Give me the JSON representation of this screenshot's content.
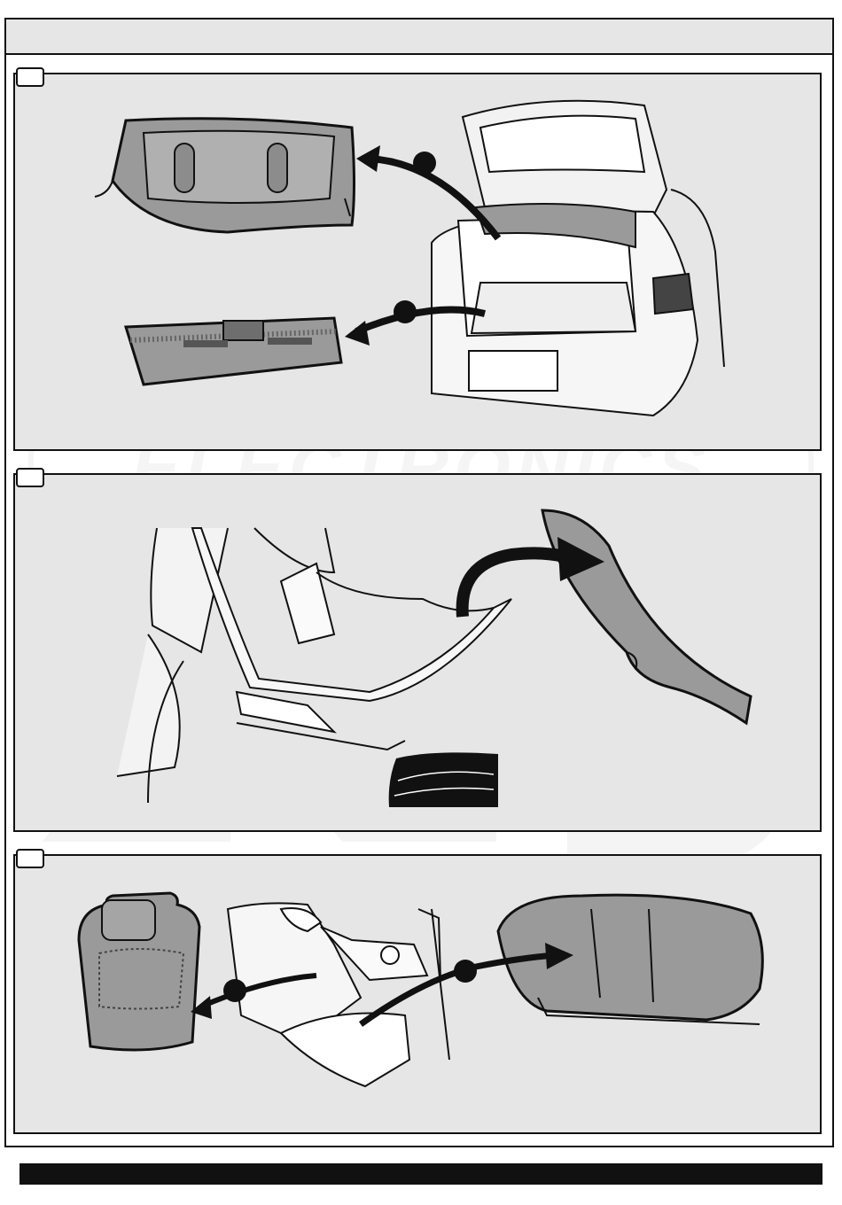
{
  "watermark": {
    "brand_letters": "ECS",
    "word": "ELECTRONICS"
  },
  "colors": {
    "panel_bg": "#e6e6e6",
    "line": "#111111",
    "part_fill": "#9a9a9a",
    "watermark": "#f4f4f4"
  },
  "steps": [
    {
      "id": "step-1",
      "markers": 2
    },
    {
      "id": "step-2",
      "markers": 0
    },
    {
      "id": "step-3",
      "markers": 2
    }
  ]
}
